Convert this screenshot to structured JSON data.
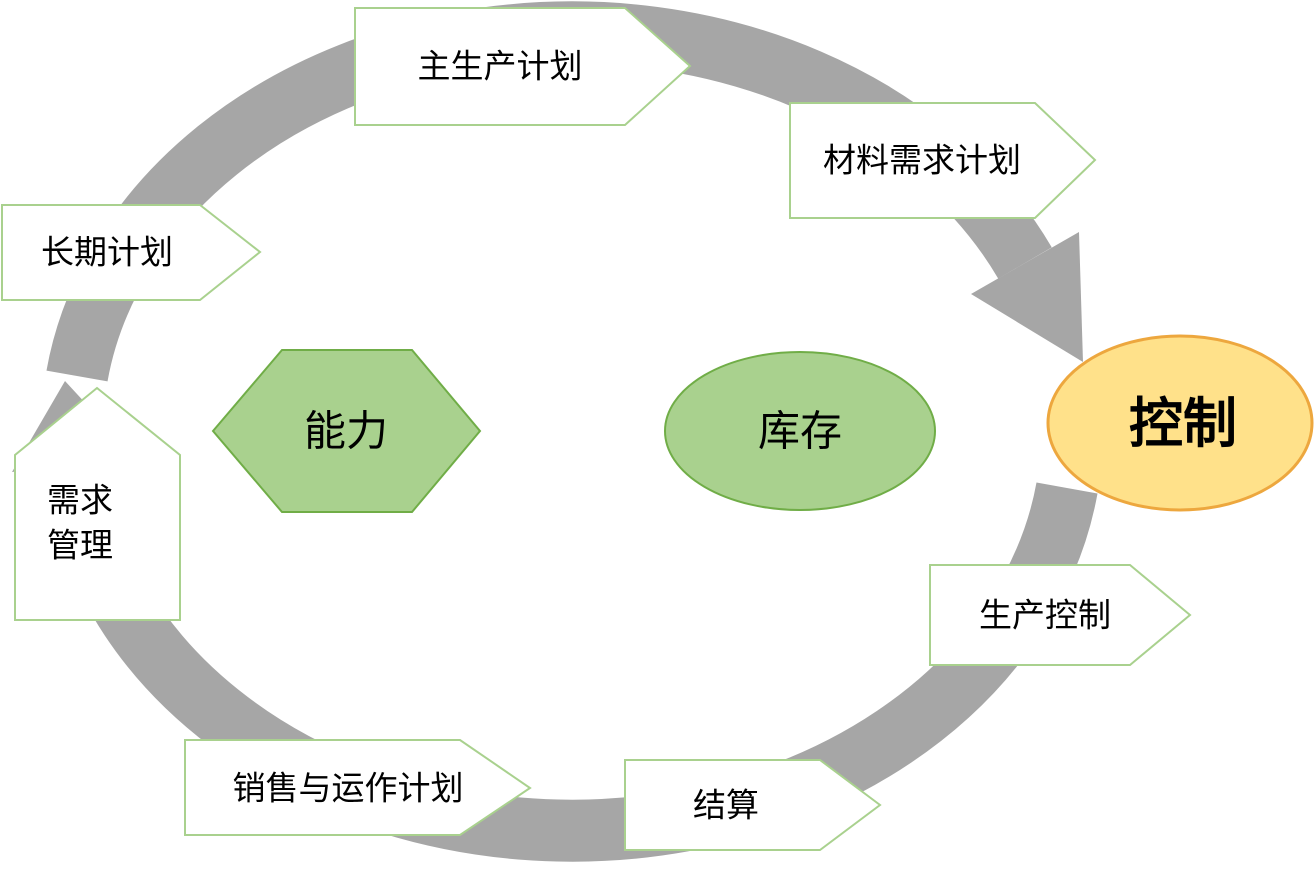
{
  "colors": {
    "band_gray": "#a6a6a6",
    "step_fill": "#ffffff",
    "step_border": "#a9d18e",
    "center_fill": "#a9d18e",
    "center_border": "#70ad47",
    "control_fill": "#ffe18a",
    "control_border": "#eda73e",
    "label_color": "#000000"
  },
  "steps": {
    "master_production_schedule": {
      "label": "主生产计划"
    },
    "material_requirements_planning": {
      "label": "材料需求计划"
    },
    "long_term_planning": {
      "label": "长期计划"
    },
    "demand_management": {
      "line1": "需求",
      "line2": "管理"
    },
    "sales_and_operations_planning": {
      "label": "销售与运作计划"
    },
    "settlement": {
      "label": "结算"
    },
    "production_control": {
      "label": "生产控制"
    }
  },
  "center_shapes": {
    "capacity": {
      "label": "能力"
    },
    "inventory": {
      "label": "库存"
    },
    "control": {
      "label": "控制"
    }
  }
}
